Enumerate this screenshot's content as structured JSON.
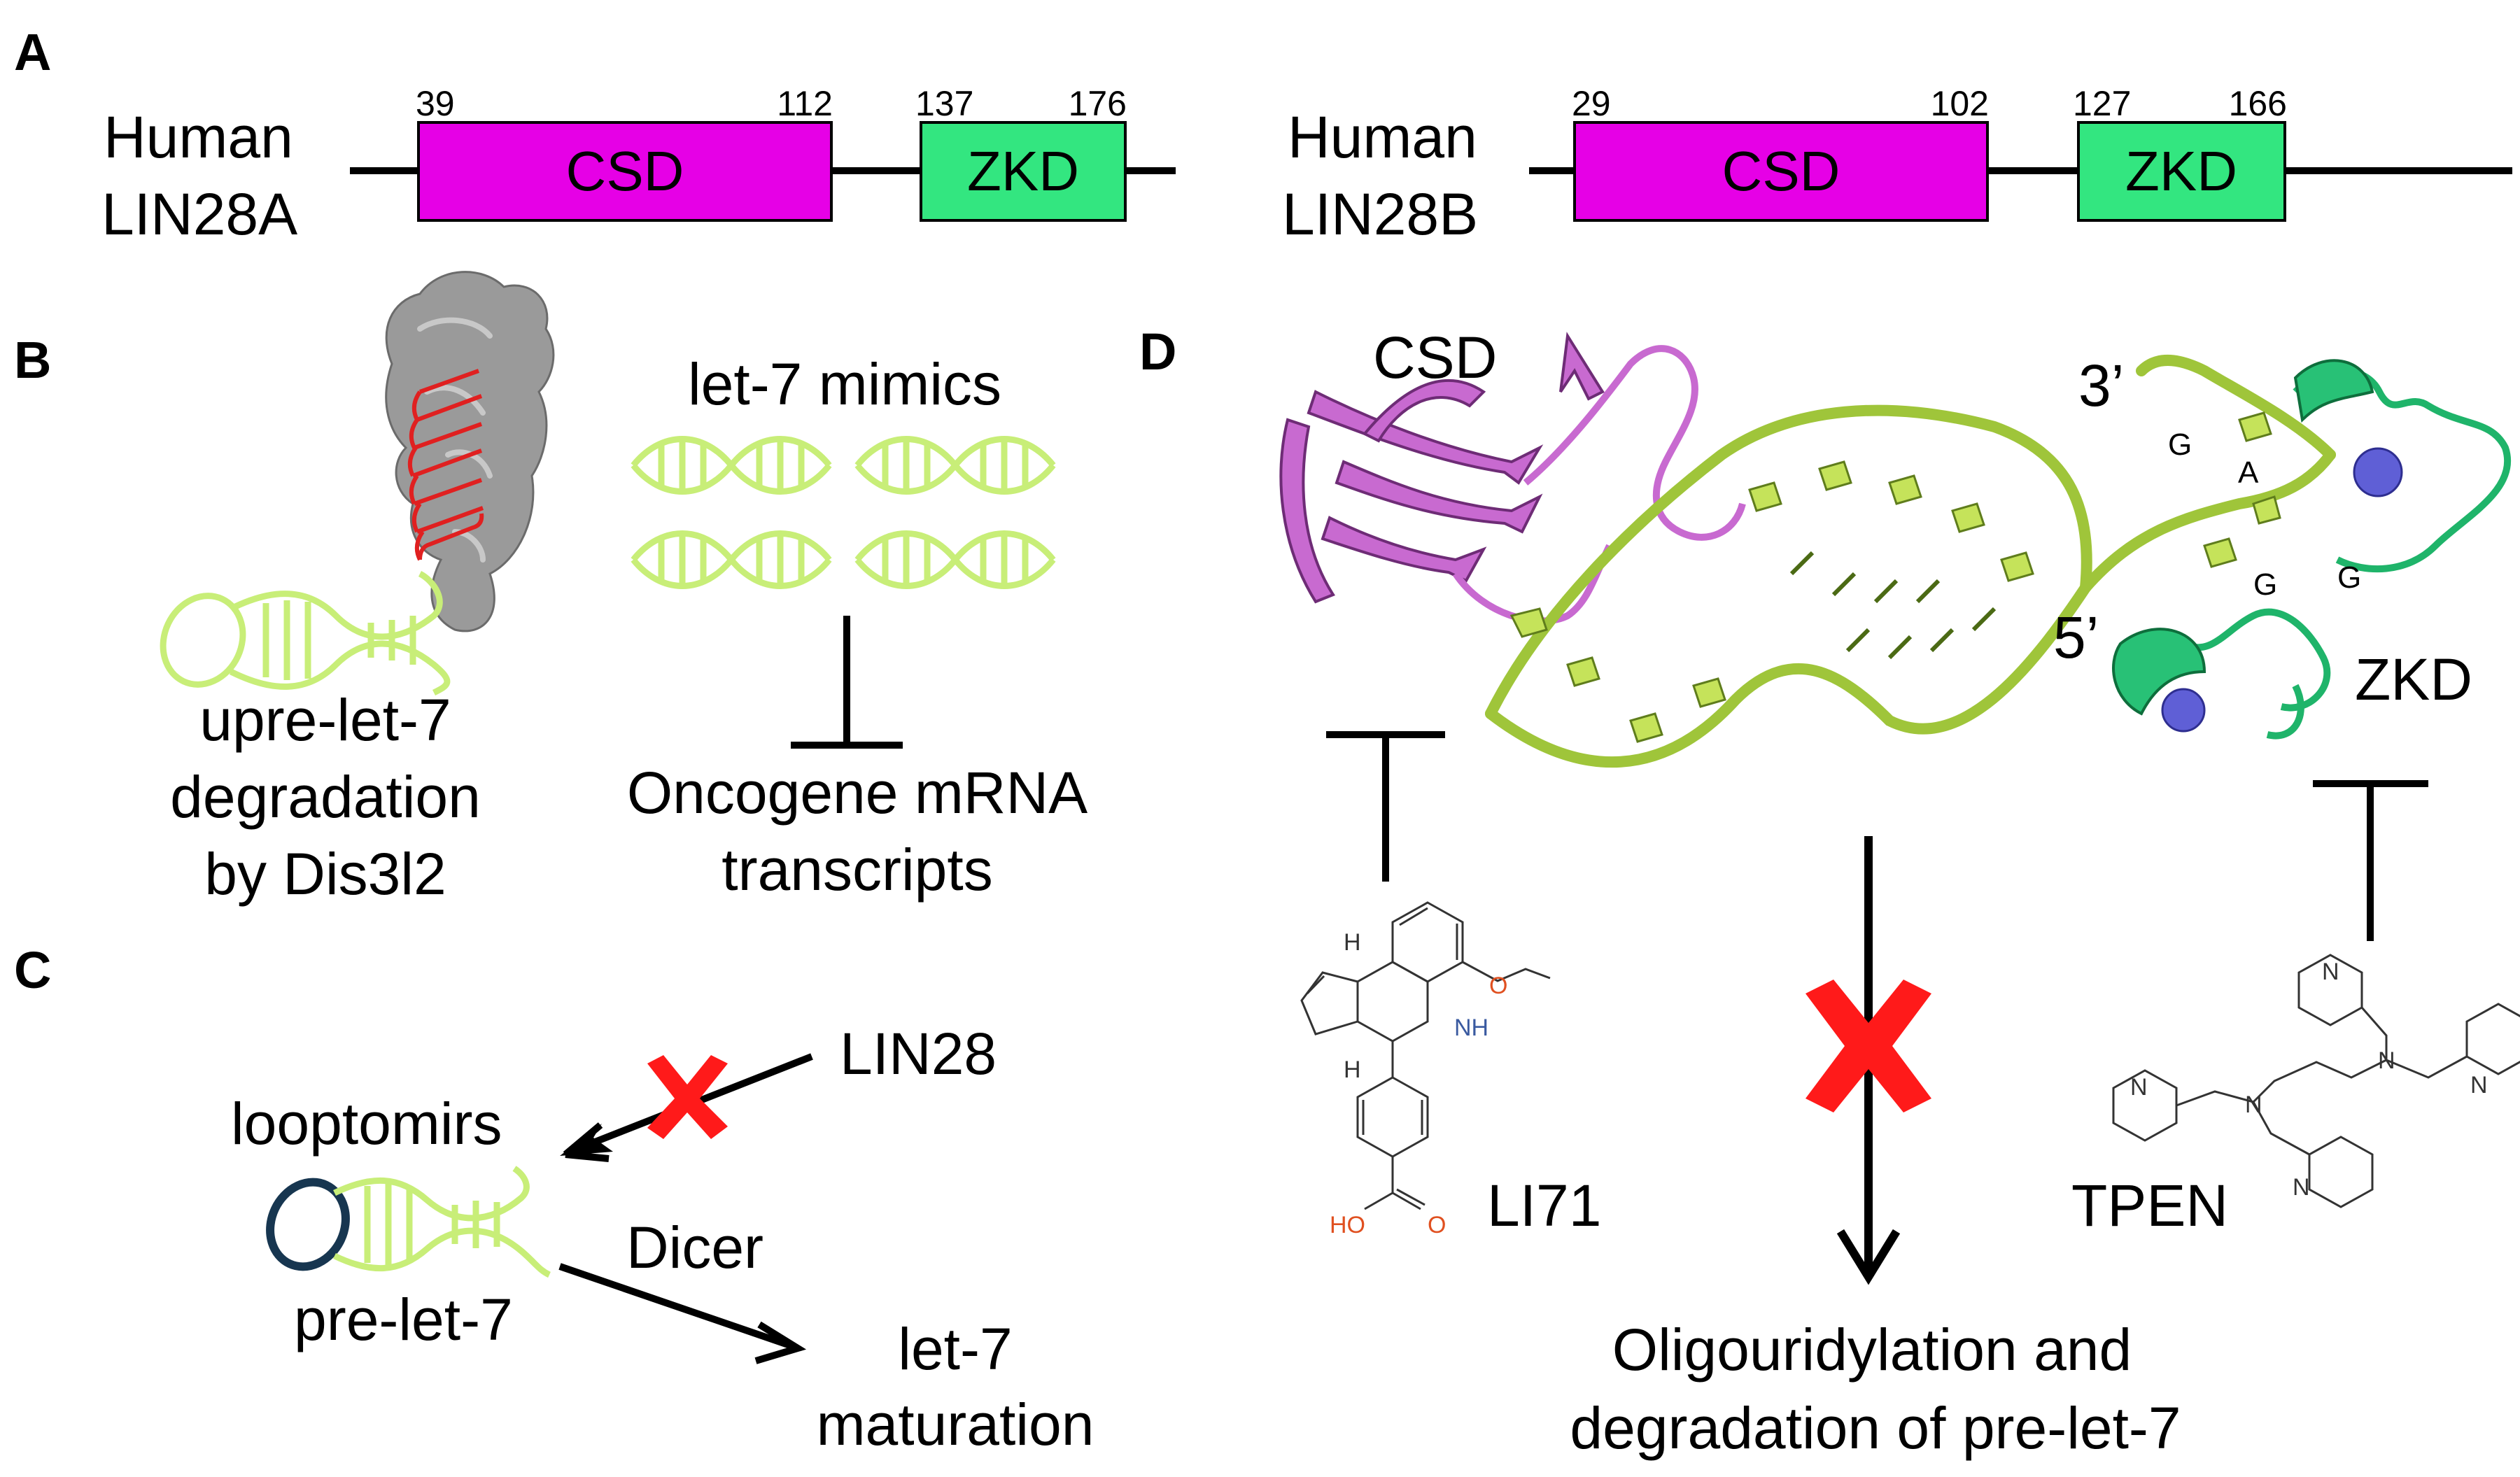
{
  "panels": {
    "a": "A",
    "b": "B",
    "c": "C",
    "d": "D"
  },
  "panel_a": {
    "lin28a": {
      "name_line1": "Human",
      "name_line2": "LIN28A",
      "csd_label": "CSD",
      "zkd_label": "ZKD",
      "csd_start": "39",
      "csd_end": "112",
      "zkd_start": "137",
      "zkd_end": "176"
    },
    "lin28b": {
      "name_line1": "Human",
      "name_line2": "LIN28B",
      "csd_label": "CSD",
      "zkd_label": "ZKD",
      "csd_start": "29",
      "csd_end": "102",
      "zkd_start": "127",
      "zkd_end": "166"
    },
    "colors": {
      "csd": "#e600e6",
      "zkd": "#33e680"
    }
  },
  "panel_b": {
    "dis3l2_caption_line1": "upre-let-7",
    "dis3l2_caption_line2": "degradation",
    "dis3l2_caption_line3": "by Dis3l2",
    "mimics_label": "let-7 mimics",
    "target_line1": "Oncogene mRNA",
    "target_line2": "transcripts"
  },
  "panel_c": {
    "lin28_label": "LIN28",
    "looptomirs_label": "looptomirs",
    "pre_let7_label": "pre-let-7",
    "dicer_label": "Dicer",
    "maturation_line1": "let-7",
    "maturation_line2": "maturation"
  },
  "panel_d": {
    "csd_label": "CSD",
    "zkd_label": "ZKD",
    "three_prime": "3’",
    "five_prime": "5’",
    "bases": [
      "G",
      "A",
      "G",
      "G"
    ],
    "inhibitor_left": "LI71",
    "inhibitor_right": "TPEN",
    "chem_nh": "NH",
    "chem_h1": "H",
    "chem_h2": "H",
    "chem_o": "O",
    "chem_ho": "HO",
    "chem_o2": "O",
    "chem_n": "N",
    "outcome_line1": "Oligouridylation and",
    "outcome_line2": "degradation of pre-let-7"
  }
}
